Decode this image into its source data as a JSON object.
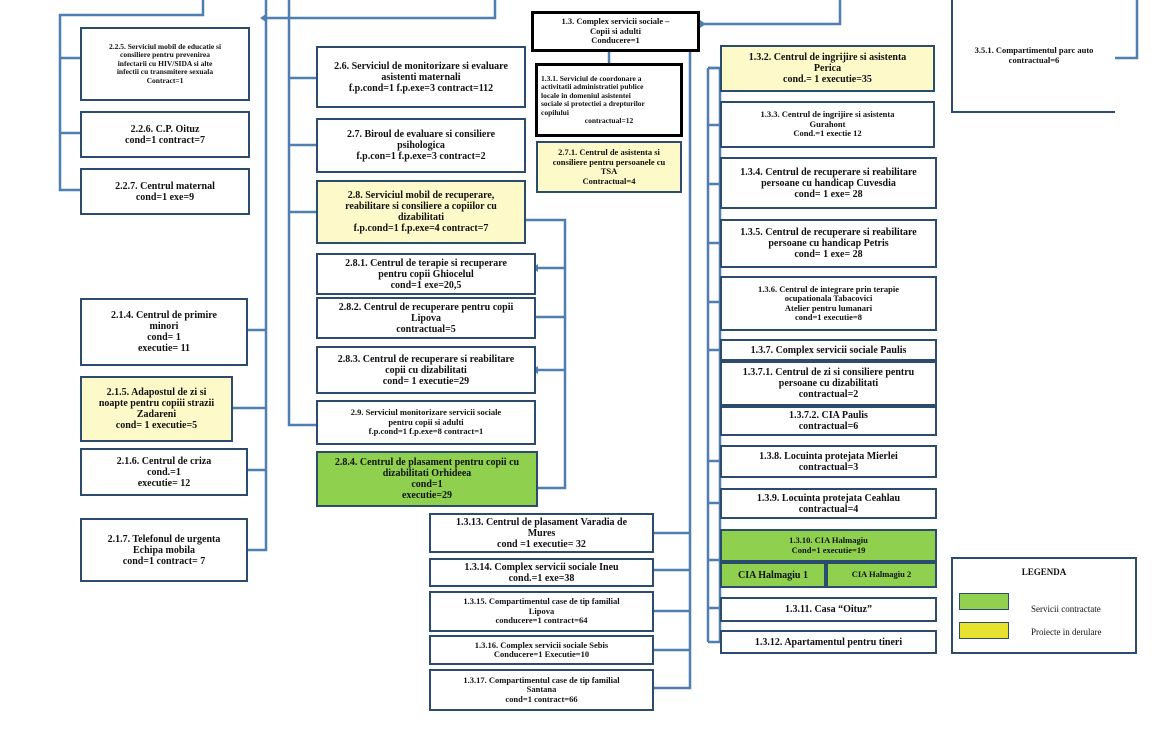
{
  "colors": {
    "border": "#2c4c6e",
    "connector": "#4f7fb0",
    "yellow_fill": "#fdf9c8",
    "green_fill": "#8fd14f",
    "legend_green": "#92d050",
    "legend_yellow": "#e6e22e"
  },
  "boxes": {
    "b225": [
      "2.2.5. Serviciul mobil de educatie si",
      "consiliere pentru prevenirea",
      "infectarii cu HIV/SIDA si alte",
      "infectii cu transmitere sexuala",
      "Contract=1"
    ],
    "b226": [
      "2.2.6. C.P. Oituz",
      "cond=1 contract=7"
    ],
    "b227": [
      "2.2.7. Centrul maternal",
      "cond=1 exe=9"
    ],
    "b214": [
      "2.1.4. Centrul de primire",
      "minori",
      "cond= 1",
      "executie= 11"
    ],
    "b215": [
      "2.1.5. Adapostul de zi si",
      "noapte pentru copiii strazii",
      "Zadareni",
      "cond= 1 executie=5"
    ],
    "b216": [
      "2.1.6. Centrul de criza",
      "cond.=1",
      "executie= 12"
    ],
    "b217": [
      "2.1.7. Telefonul de urgenta",
      "Echipa mobila",
      "cond=1 contract= 7"
    ],
    "b26": [
      "2.6. Serviciul de monitorizare si evaluare",
      "asistenti maternali",
      "f.p.cond=1 f.p.exe=3 contract=112"
    ],
    "b27": [
      "2.7. Biroul de evaluare si consiliere",
      "psihologica",
      "f.p.con=1 f.p.exe=3 contract=2"
    ],
    "b28": [
      "2.8. Serviciul mobil de recuperare,",
      "reabilitare si consiliere a copiilor cu",
      "dizabilitati",
      "f.p.cond=1 f.p.exe=4 contract=7"
    ],
    "b281": [
      "2.8.1. Centrul de terapie si recuperare",
      "pentru copii Ghiocelul",
      "cond=1 exe=20,5"
    ],
    "b282": [
      "2.8.2. Centrul de recuperare pentru copii",
      "Lipova",
      "contractual=5"
    ],
    "b283": [
      "2.8.3. Centrul de recuperare si reabilitare",
      "copii cu dizabilitati",
      "cond= 1 executie=29"
    ],
    "b29": [
      "2.9. Serviciul monitorizare servicii sociale",
      "pentru copii si adulti",
      "f.p.cond=1 f.p.exe=8 contract=1"
    ],
    "b284": [
      "2.8.4. Centrul de plasament pentru copii cu",
      "dizabilitati Orhideea",
      "cond=1",
      "executie=29"
    ],
    "b13": [
      "1.3. Complex servicii sociale –",
      "Copii si adulti",
      "Conducere=1"
    ],
    "b131": [
      "1.3.1. Serviciul de coordonare a",
      "activitatii administratiei publice",
      "locale in domeniul asistentei",
      "sociale si protectiei a drepturilor",
      "copilului",
      "contractual=12"
    ],
    "b271": [
      "2.7.1. Centrul de asistenta si",
      "consiliere pentru persoanele cu",
      "TSA",
      "Contractual=4"
    ],
    "b1313": [
      "1.3.13. Centrul de plasament Varadia de",
      "Mures",
      "cond =1 executie= 32"
    ],
    "b1314": [
      "1.3.14. Complex servicii sociale Ineu",
      "cond.=1 exe=38"
    ],
    "b1315": [
      "1.3.15. Compartimentul case de tip familial",
      "Lipova",
      "conducere=1 contract=64"
    ],
    "b1316": [
      "1.3.16. Complex servicii sociale Sebis",
      "Conducere=1 Executie=10"
    ],
    "b1317": [
      "1.3.17. Compartimentul case de tip familial",
      "Santana",
      "cond=1 contract=66"
    ],
    "b132": [
      "1.3.2. Centrul de ingrijire si asistenta",
      "Perica",
      "cond.= 1 executie=35"
    ],
    "b133": [
      "1.3.3. Centrul de ingrijire si asistenta",
      "Gurahont",
      "Cond.=1 exectie 12"
    ],
    "b134": [
      "1.3.4. Centrul de recuperare si reabilitare",
      "persoane cu handicap Cuvesdia",
      "cond= 1 exe= 28"
    ],
    "b135": [
      "1.3.5. Centrul de recuperare si reabilitare",
      "persoane cu handicap Petris",
      "cond= 1 exe= 28"
    ],
    "b136": [
      "1.3.6. Centrul de integrare prin terapie",
      "ocupationala Tabacovici",
      "Atelier pentru lumanari",
      "cond=1 executie=8"
    ],
    "b137": [
      "1.3.7. Complex servicii sociale Paulis"
    ],
    "b1371": [
      "1.3.7.1. Centrul de zi si consiliere pentru",
      "persoane cu dizabilitati",
      "contractual=2"
    ],
    "b1372": [
      "1.3.7.2. CIA Paulis",
      "contractual=6"
    ],
    "b138": [
      "1.3.8. Locuinta protejata Mierlei",
      "contractual=3"
    ],
    "b139": [
      "1.3.9. Locuinta protejata Ceahlau",
      "contractual=4"
    ],
    "b1310": [
      "1.3.10. CIA Halmagiu",
      "Cond=1 executie=19"
    ],
    "b1310a": [
      "CIA Halmagiu 1"
    ],
    "b1310b": [
      "CIA Halmagiu 2"
    ],
    "b1311": [
      "1.3.11. Casa “Oituz”"
    ],
    "b1312": [
      "1.3.12. Apartamentul pentru tineri"
    ],
    "b351": [
      "3.5.1. Compartimentul parc auto",
      "contractual=6"
    ]
  },
  "legend": {
    "title": "LEGENDA",
    "green_label": "Servicii contractate",
    "yellow_label": "Proiecte in derulare"
  }
}
